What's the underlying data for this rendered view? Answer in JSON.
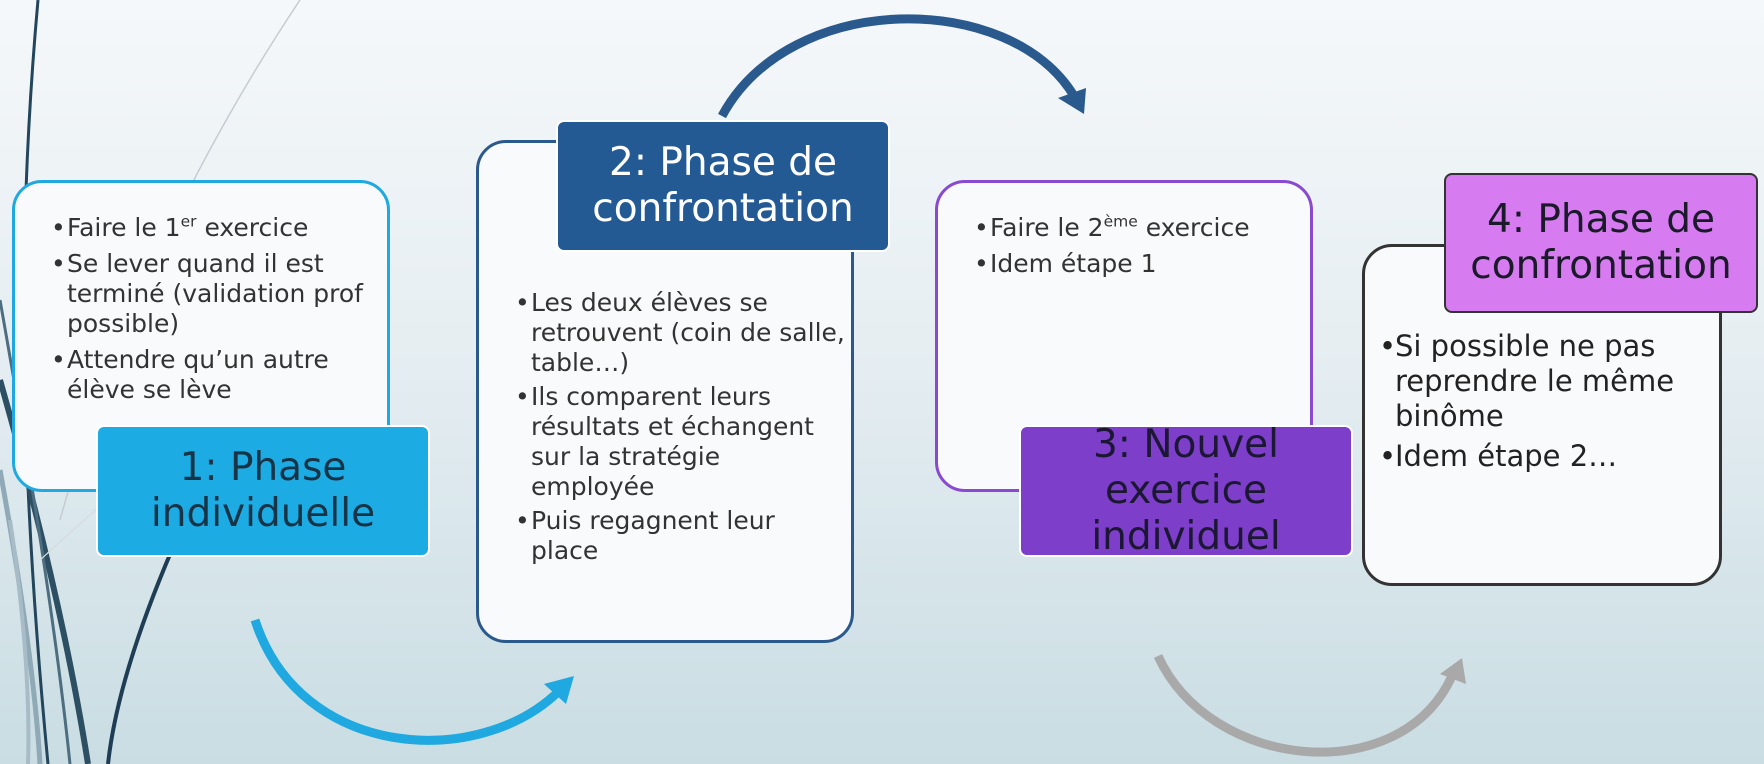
{
  "steps": [
    {
      "label": "1: Phase individuelle",
      "bullets": [
        {
          "text": "Faire le 1",
          "sup": "er",
          "after": " exercice"
        },
        {
          "text": "Se lever quand il est terminé (validation prof possible)"
        },
        {
          "text": "Attendre qu’un autre élève se lève"
        }
      ]
    },
    {
      "label": "2: Phase de confrontation",
      "bullets": [
        {
          "text": "Les deux élèves se retrouvent (coin de salle, table…)"
        },
        {
          "text": "Ils comparent leurs résultats et échangent sur la stratégie employée"
        },
        {
          "text": "Puis regagnent leur place"
        }
      ]
    },
    {
      "label": "3: Nouvel exercice individuel",
      "bullets": [
        {
          "text": "Faire le 2",
          "sup": "ème",
          "after": " exercice"
        },
        {
          "text": "Idem étape 1"
        }
      ]
    },
    {
      "label": "4: Phase de confrontation",
      "bullets": [
        {
          "text": "Si possible ne pas reprendre le même binôme"
        },
        {
          "text": "Idem étape 2…"
        }
      ]
    }
  ],
  "colors": {
    "step1": "#1cabe2",
    "step2": "#245a94",
    "step3": "#7d3fc9",
    "step4": "#d77cf0",
    "arrow_gray": "#a9a9a9"
  }
}
